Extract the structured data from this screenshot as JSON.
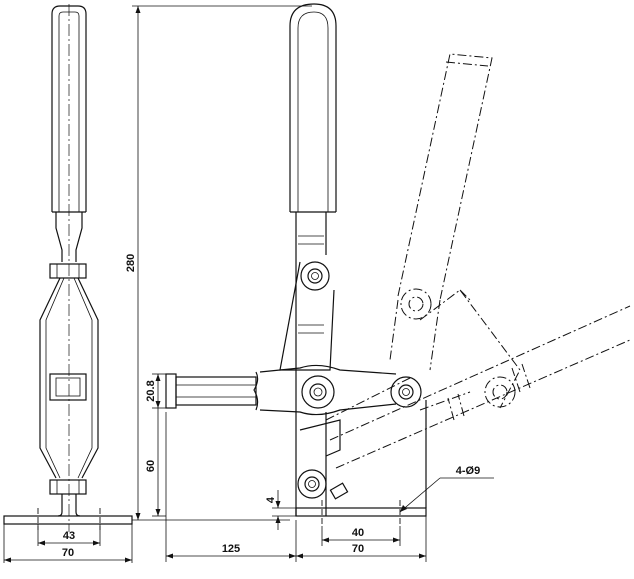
{
  "drawing": {
    "dimensions": {
      "overall_height": "280",
      "arm_offset": "20.8",
      "bar_height": "60",
      "base_thickness": "4",
      "hole_spec": "4-Ø9",
      "side_hole_spacing": "43",
      "side_base_width": "70",
      "arm_length": "125",
      "base_length": "70",
      "hole_spacing": "40"
    }
  }
}
